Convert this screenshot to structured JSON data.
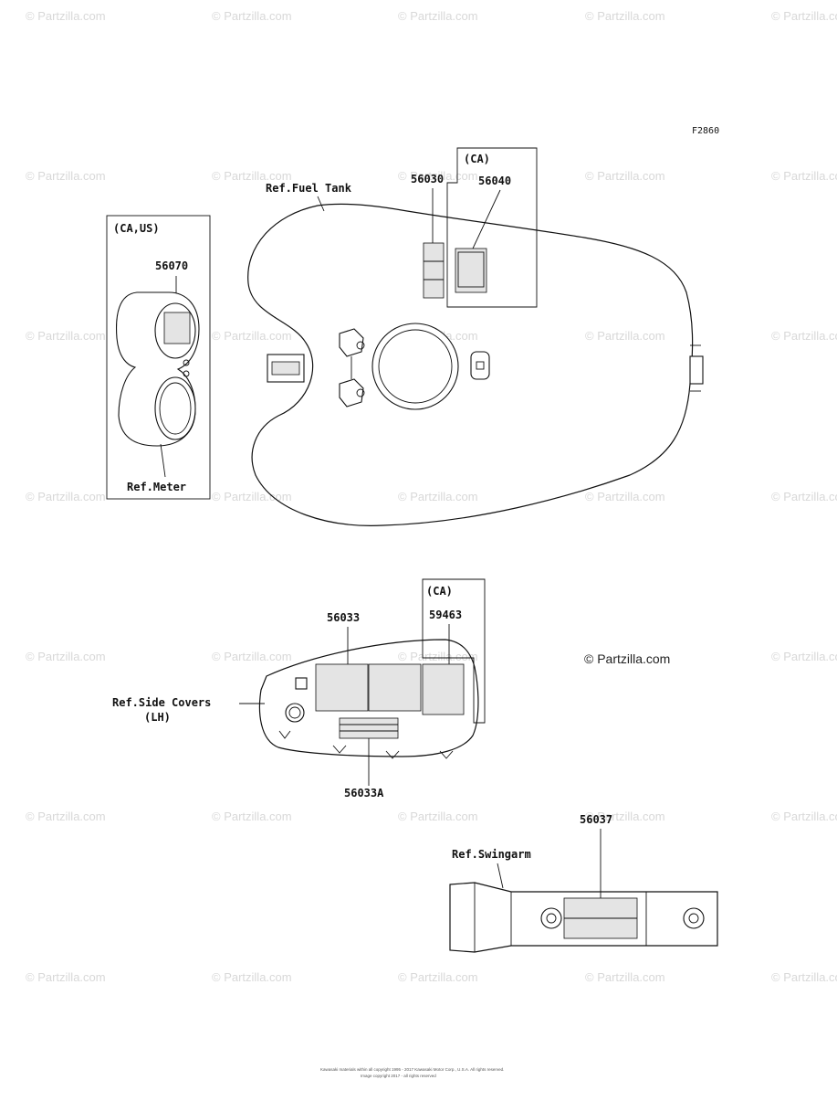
{
  "figure_code": "F2860",
  "watermark_text": "© Partzilla.com",
  "brand_watermark": "© Partzilla.com",
  "copyright_line1": "Kawasaki materials within all copyright 1995 - 2017 Kawasaki Motor Corp., U.S.A. All rights reserved.",
  "copyright_line2": "Image copyright 2017 - all rights reserved",
  "fuel_tank": {
    "ref_label": "Ref.Fuel Tank",
    "box_label": "(CA)",
    "parts": [
      "56030",
      "56040"
    ]
  },
  "meter": {
    "box_label": "(CA,US)",
    "part": "56070",
    "ref_label": "Ref.Meter"
  },
  "side_cover": {
    "box_label": "(CA)",
    "parts": [
      "56033",
      "59463",
      "56033A"
    ],
    "ref_label_line1": "Ref.Side Covers",
    "ref_label_line2": "(LH)"
  },
  "swingarm": {
    "part": "56037",
    "ref_label": "Ref.Swingarm"
  }
}
